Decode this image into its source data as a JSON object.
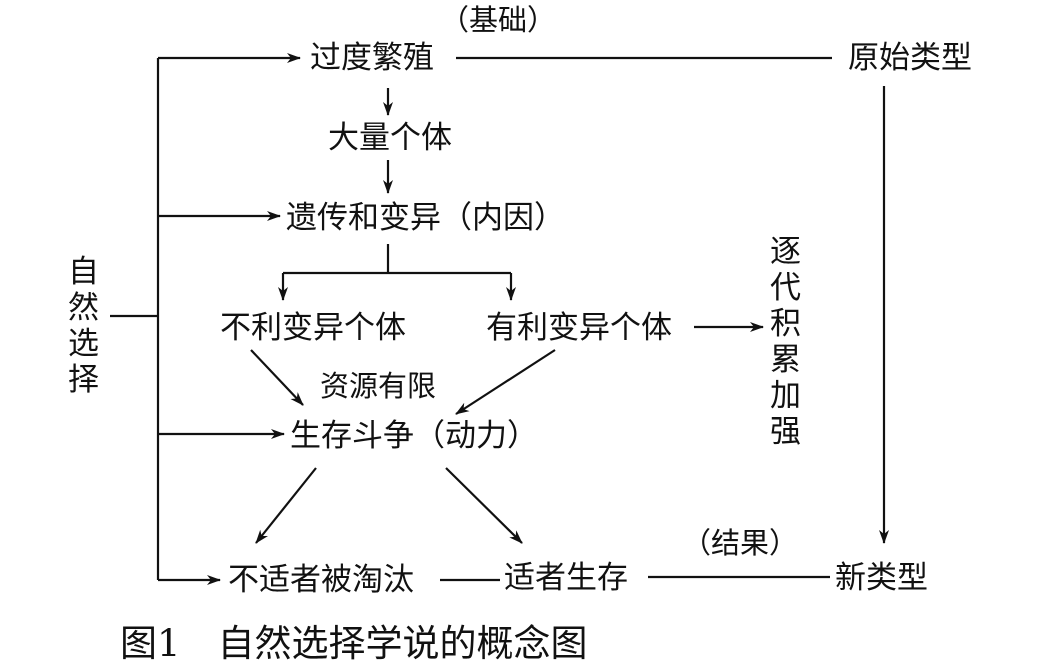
{
  "nodes": {
    "overbreeding": "过度繁殖",
    "many_individuals": "大量个体",
    "heredity_variation": "遗传和变异（内因）",
    "unfavorable_variants": "不利变异个体",
    "favorable_variants": "有利变异个体",
    "struggle": "生存斗争（动力）",
    "unfit_eliminated": "不适者被淘汰",
    "fittest_survive": "适者生存",
    "original_type": "原始类型",
    "new_type": "新类型",
    "natural_selection": "自然选择",
    "gradual_accumulation": "逐代积累加强"
  },
  "notes": {
    "basis": "（基础）",
    "limited_resources": "资源有限",
    "result": "（结果）"
  },
  "caption": "图1　自然选择学说的概念图"
}
